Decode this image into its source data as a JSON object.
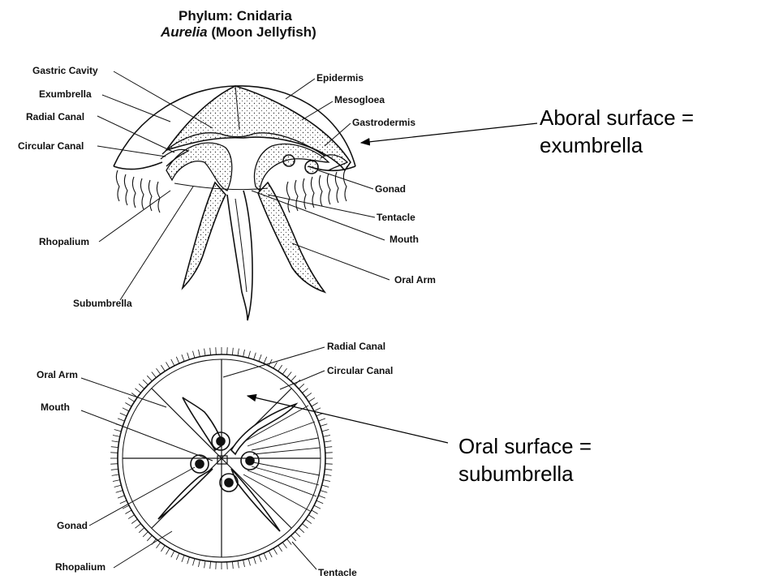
{
  "title": {
    "line1": "Phylum: Cnidaria",
    "genus": "Aurelia",
    "common": " (Moon Jellyfish)"
  },
  "top_diagram_labels": {
    "gastric_cavity": "Gastric Cavity",
    "exumbrella": "Exumbrella",
    "radial_canal": "Radial Canal",
    "circular_canal": "Circular Canal",
    "rhopalium": "Rhopalium",
    "subumbrella": "Subumbrella",
    "epidermis": "Epidermis",
    "mesogloea": "Mesogloea",
    "gastrodermis": "Gastrodermis",
    "gonad": "Gonad",
    "tentacle": "Tentacle",
    "mouth": "Mouth",
    "oral_arm": "Oral Arm"
  },
  "bottom_diagram_labels": {
    "radial_canal": "Radial Canal",
    "circular_canal": "Circular Canal",
    "oral_arm": "Oral Arm",
    "mouth": "Mouth",
    "gonad": "Gonad",
    "rhopalium": "Rhopalium",
    "tentacle": "Tentacle"
  },
  "annotations": {
    "aboral_line1": "Aboral surface =",
    "aboral_line2": "exumbrella",
    "oral_line1": "Oral surface =",
    "oral_line2": "subumbrella"
  },
  "colors": {
    "ink": "#111111",
    "background": "#ffffff"
  }
}
